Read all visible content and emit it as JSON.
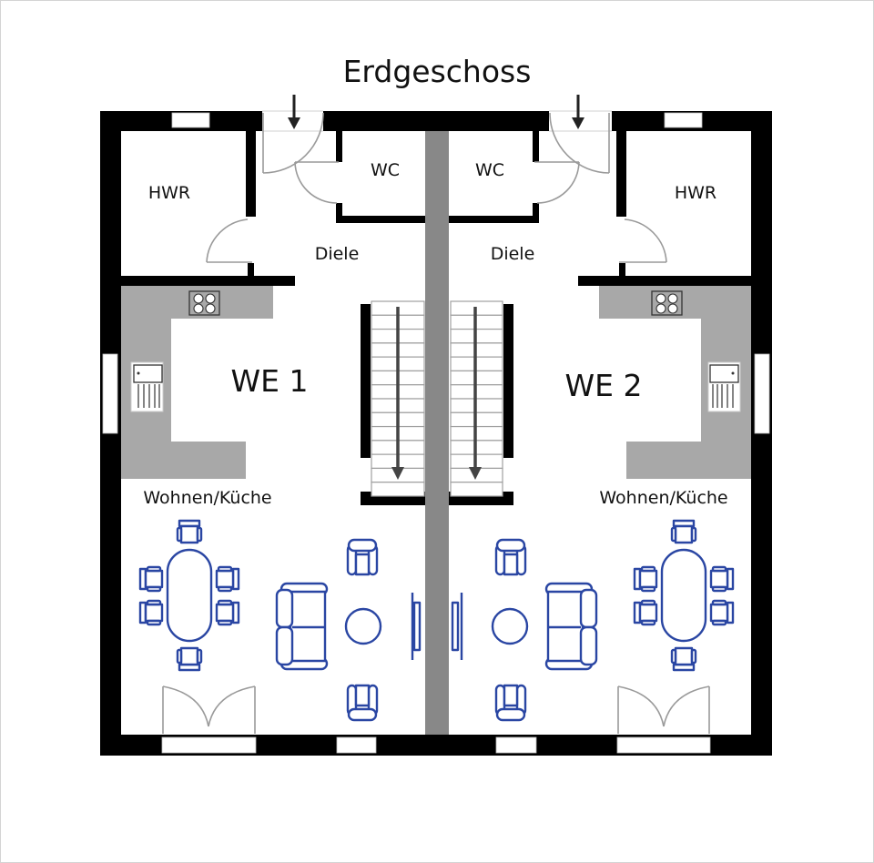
{
  "title": "Erdgeschoss",
  "units": [
    {
      "name": "WE 1",
      "rooms": {
        "utility": "HWR",
        "toilet": "WC",
        "hall": "Diele",
        "living": "Wohnen/Küche"
      }
    },
    {
      "name": "WE 2",
      "rooms": {
        "utility": "HWR",
        "toilet": "WC",
        "hall": "Diele",
        "living": "Wohnen/Küche"
      }
    }
  ],
  "legend_icons": [
    "entry-arrow-icon",
    "stair-down-arrow-icon",
    "cooktop-icon",
    "sink-icon",
    "dining-table-icon",
    "chair-icon",
    "sofa-icon",
    "armchair-icon",
    "coffee-table-icon",
    "tv-icon",
    "door-swing-icon",
    "window-icon"
  ],
  "colors": {
    "wall": "#000000",
    "party_wall": "#888888",
    "counter": "#a8a8a8",
    "furniture": "#2a46a3",
    "door_swing": "#9a9a9a"
  }
}
